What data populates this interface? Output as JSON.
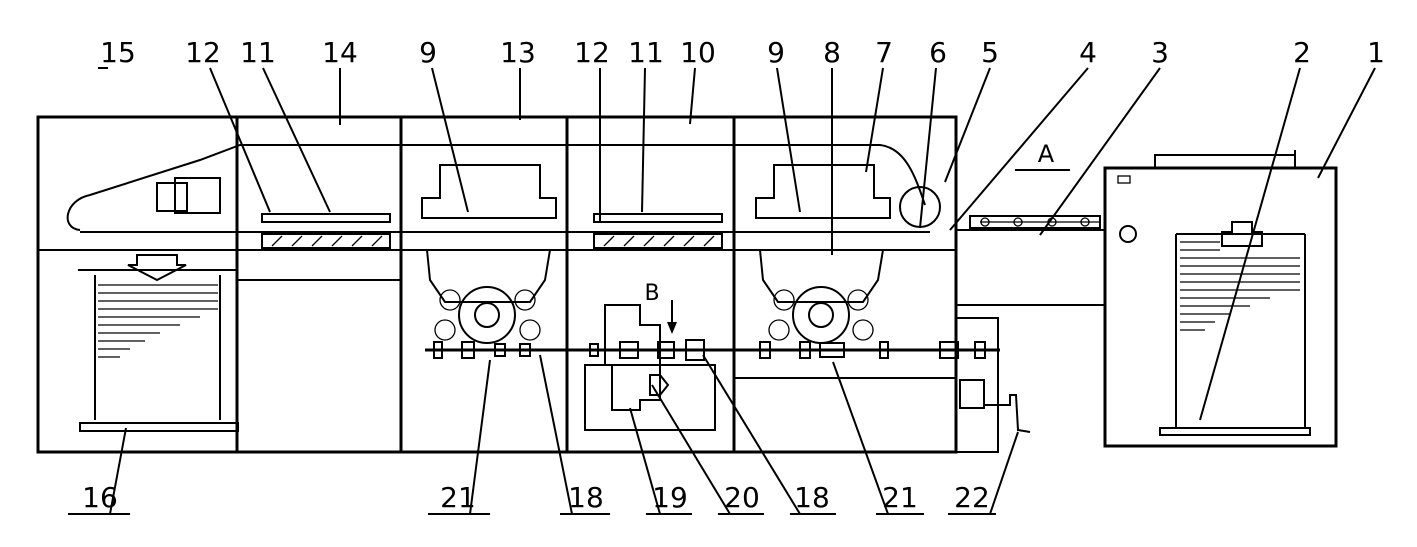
{
  "callouts": {
    "n1": "1",
    "n2": "2",
    "n3": "3",
    "n4": "4",
    "n5": "5",
    "n6": "6",
    "n7": "7",
    "n8": "8",
    "n9a": "9",
    "n9b": "9",
    "n10": "10",
    "n11a": "11",
    "n11b": "11",
    "n12a": "12",
    "n12b": "12",
    "n13": "13",
    "n14": "14",
    "n15": "15",
    "n16": "16",
    "n18a": "18",
    "n18b": "18",
    "n19": "19",
    "n20": "20",
    "n21a": "21",
    "n21b": "21",
    "n22": "22"
  },
  "view_markers": {
    "a": "A",
    "b": "B"
  }
}
